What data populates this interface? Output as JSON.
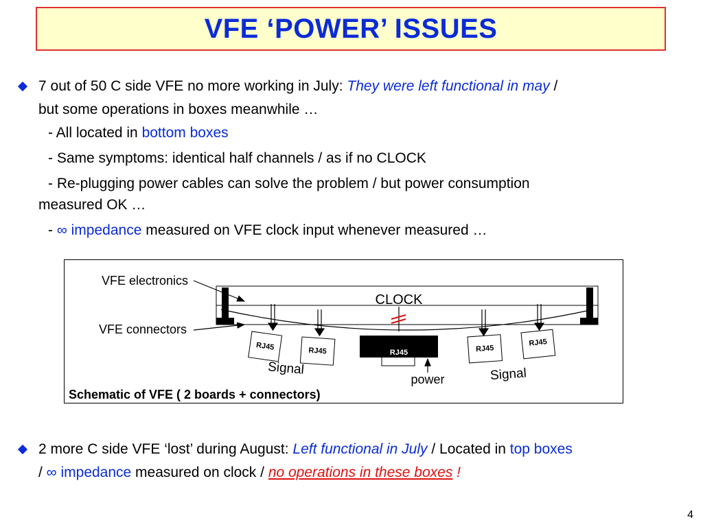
{
  "slide": {
    "title": "VFE ‘POWER’ ISSUES",
    "page_number": "4",
    "colors": {
      "accent_blue": "#0a2bd6",
      "title_bg": "#ffffcc",
      "title_border": "#e03030",
      "alert_red": "#e01010"
    }
  },
  "bullet1": {
    "lead": "7 out of 50 C side VFE no more working in July: ",
    "italic": "They were left functional in may",
    "slash": " /",
    "line2": "but some operations in boxes meanwhile …",
    "sub1_prefix": "-  All located in ",
    "sub1_blue": "bottom boxes",
    "sub2": "-  Same symptoms: identical half channels / as if no CLOCK",
    "sub3_a": "-  Re-plugging power cables can solve the problem / but power consumption",
    "sub3_b": "measured OK …",
    "sub4_prefix": "-  ",
    "sub4_symbol": "∞ impedance",
    "sub4_rest": " measured on VFE clock input whenever measured …"
  },
  "diagram": {
    "label_electronics": "VFE electronics",
    "label_connectors": "VFE connectors",
    "clock": "CLOCK",
    "rj45": [
      "RJ45",
      "RJ45",
      "RJ45",
      "RJ45",
      "RJ45"
    ],
    "signal_left": "Signal",
    "signal_right": "Signal",
    "power": "power",
    "caption": "Schematic of VFE ( 2 boards + connectors)"
  },
  "bullet2": {
    "lead": "2 more C side VFE ‘lost’ during August: ",
    "italic": "Left functional in July",
    "mid": " / Located in ",
    "blue": "top boxes",
    "line2_slash": "/ ",
    "line2_symbol": "∞ impedance",
    "line2_mid": " measured on clock / ",
    "line2_red": "no operations in these boxes",
    "line2_excl": " !"
  }
}
